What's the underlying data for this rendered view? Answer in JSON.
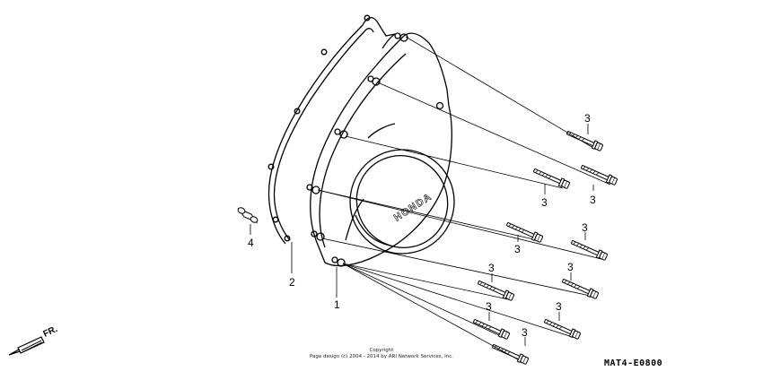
{
  "callouts": {
    "cover": "1",
    "gasket": "2",
    "bolt": "3",
    "dowel": "4"
  },
  "brand_mark": "HONDA",
  "direction_label": "FR.",
  "copyright": {
    "title": "Copyright",
    "text": "Page design (c) 2004 - 2014 by ARI Network Services, Inc."
  },
  "diagram_code": "MAT4-E0800",
  "colors": {
    "line": "#000000",
    "background": "#ffffff"
  },
  "icons": [
    "front-direction-arrow-icon"
  ]
}
